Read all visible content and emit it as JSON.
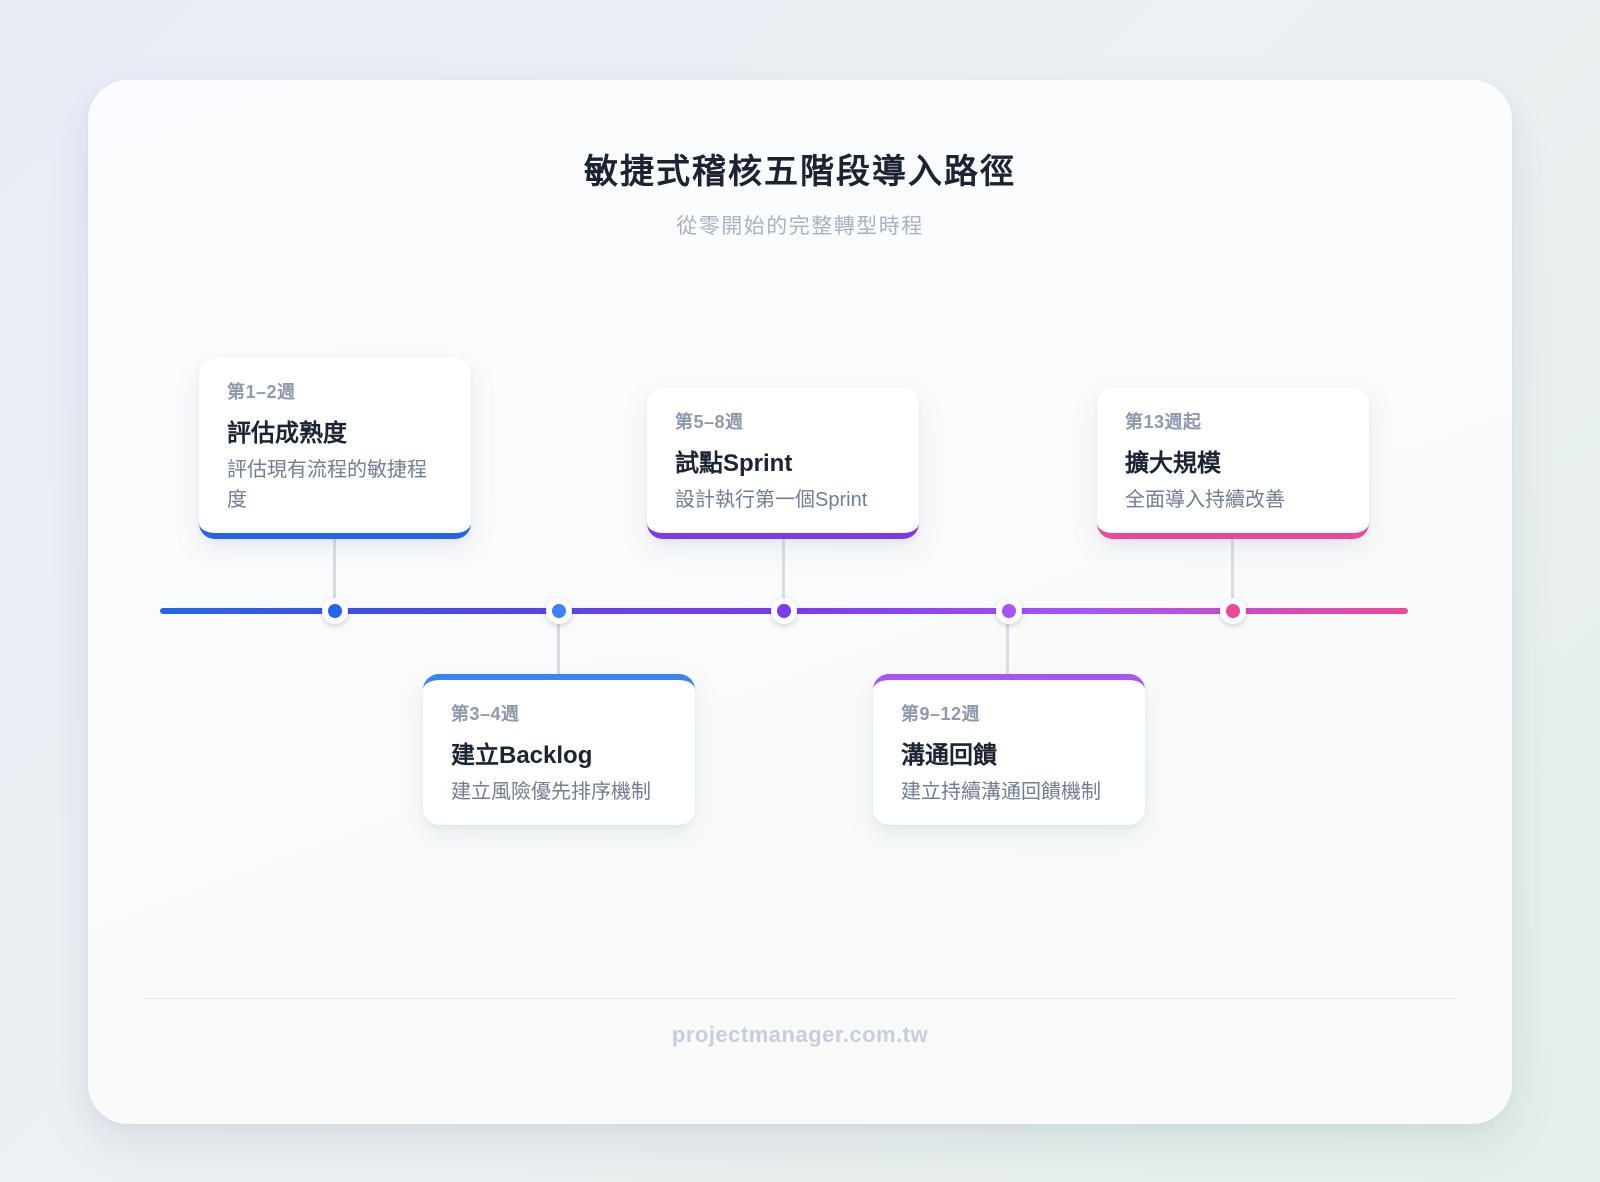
{
  "header": {
    "title": "敏捷式稽核五階段導入路徑",
    "subtitle": "從零開始的完整轉型時程"
  },
  "timeline": {
    "gradient": [
      "#2563eb",
      "#4f46e5",
      "#7c3aed",
      "#a855f7",
      "#ec4899"
    ],
    "connector_color": "#d9dce2",
    "stages": [
      {
        "period": "第1–2週",
        "title": "評估成熟度",
        "description": "評估現有流程的敏捷程度",
        "color": "#2563eb",
        "placement": "above"
      },
      {
        "period": "第3–4週",
        "title": "建立Backlog",
        "description": "建立風險優先排序機制",
        "color": "#3b82f6",
        "placement": "below"
      },
      {
        "period": "第5–8週",
        "title": "試點Sprint",
        "description": "設計執行第一個Sprint",
        "color": "#7c3aed",
        "placement": "above"
      },
      {
        "period": "第9–12週",
        "title": "溝通回饋",
        "description": "建立持續溝通回饋機制",
        "color": "#a855f7",
        "placement": "below"
      },
      {
        "period": "第13週起",
        "title": "擴大規模",
        "description": "全面導入持續改善",
        "color": "#ec4899",
        "placement": "above"
      }
    ]
  },
  "footer": {
    "domain": "projectmanager.com.tw"
  }
}
